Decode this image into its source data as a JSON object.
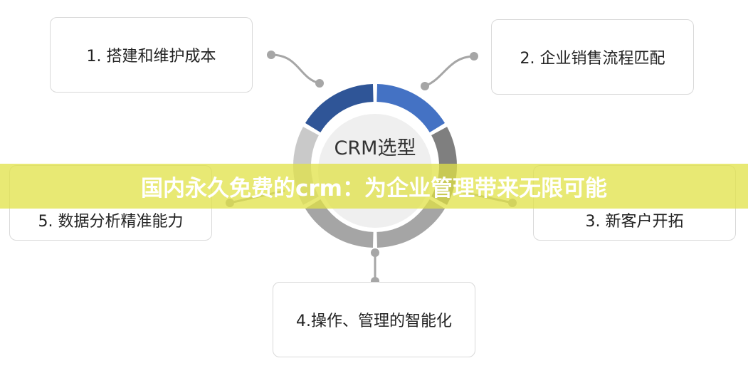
{
  "center_label": "CRM选型",
  "items": [
    "1. 搭建和维护成本",
    "2. 企业销售流程匹配",
    "3. 新客户开拓",
    "4.操作、管理的智能化",
    "5. 数据分析精准能力"
  ],
  "banner_title": "国内永久免费的crm：为企业管理带来无限可能",
  "colors": {
    "segment_dark_blue": "#2f5597",
    "segment_blue": "#4472c4",
    "segment_dark_gray": "#7f7f7f",
    "segment_gray": "#a5a5a5",
    "segment_light_gray": "#c9c9c9",
    "banner": "#e0e246"
  }
}
